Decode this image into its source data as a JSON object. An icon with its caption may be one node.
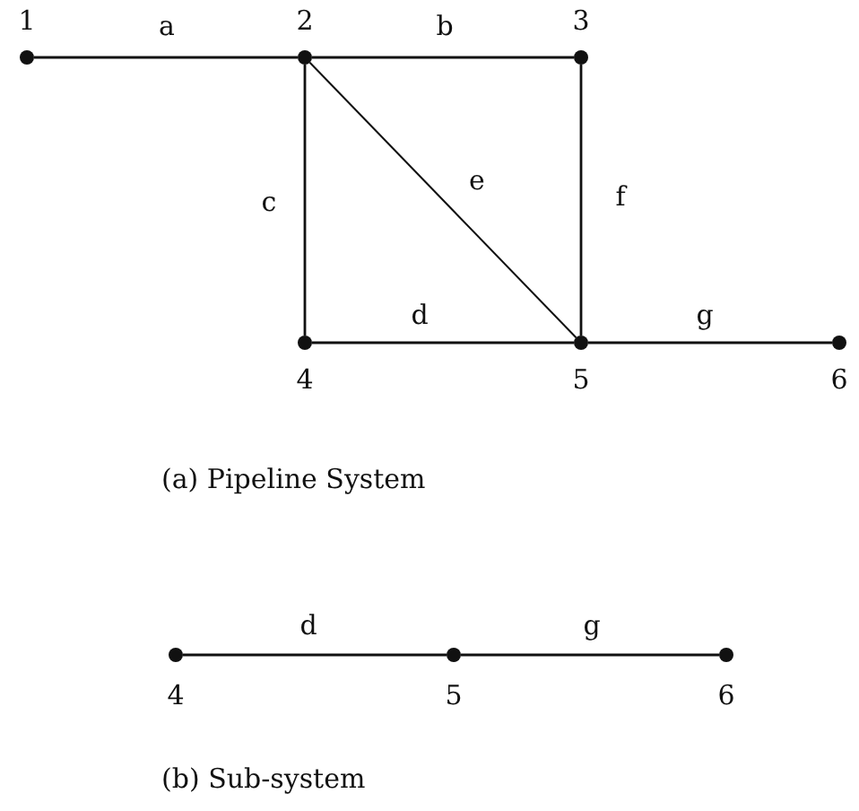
{
  "diagram": {
    "nodes": [
      {
        "text": [],
        "shape": "circle",
        "beside": [
          "1"
        ]
      },
      {
        "text": [],
        "shape": "circle",
        "beside": [
          "2"
        ]
      },
      {
        "text": [],
        "shape": "circle",
        "beside": [
          "3"
        ]
      },
      {
        "text": [],
        "shape": "circle",
        "beside": [
          "4"
        ]
      },
      {
        "text": [],
        "shape": "circle",
        "beside": [
          "5"
        ]
      },
      {
        "text": [],
        "shape": "circle",
        "beside": [
          "6"
        ]
      },
      {
        "text": [],
        "shape": "circle",
        "beside": [
          "4"
        ]
      },
      {
        "text": [],
        "shape": "circle",
        "beside": [
          "5"
        ]
      },
      {
        "text": [],
        "shape": "circle",
        "beside": [
          "6"
        ]
      }
    ],
    "edges": [
      {
        "from": 0,
        "to": 1,
        "arrow": "none",
        "label": "a"
      },
      {
        "from": 1,
        "to": 2,
        "arrow": "none",
        "label": "b"
      },
      {
        "from": 1,
        "to": 3,
        "arrow": "none",
        "label": "c"
      },
      {
        "from": 3,
        "to": 4,
        "arrow": "none",
        "label": "d"
      },
      {
        "from": 1,
        "to": 4,
        "arrow": "none",
        "label": "e"
      },
      {
        "from": 2,
        "to": 4,
        "arrow": "none",
        "label": "f"
      },
      {
        "from": 4,
        "to": 5,
        "arrow": "none",
        "label": "g"
      },
      {
        "from": 6,
        "to": 7,
        "arrow": "none",
        "label": "d"
      },
      {
        "from": 7,
        "to": 8,
        "arrow": "none",
        "label": "g"
      }
    ],
    "labels": [
      "(a) Pipeline System",
      "(b) Sub-system"
    ]
  }
}
